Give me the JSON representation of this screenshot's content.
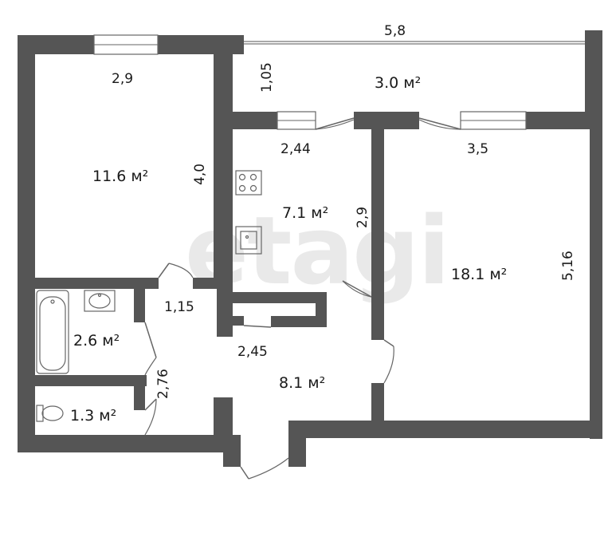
{
  "watermark": "etagi",
  "rooms": [
    {
      "id": "bedroom",
      "area_label": "11.6 м²"
    },
    {
      "id": "balcony",
      "area_label": "3.0 м²"
    },
    {
      "id": "kitchen",
      "area_label": "7.1 м²"
    },
    {
      "id": "living",
      "area_label": "18.1 м²"
    },
    {
      "id": "bathroom",
      "area_label": "2.6 м²"
    },
    {
      "id": "toilet",
      "area_label": "1.3 м²"
    },
    {
      "id": "hall",
      "area_label": "8.1 м²"
    }
  ],
  "dimensions": {
    "bedroom_width": "2,9",
    "bedroom_depth": "4,0",
    "balcony_length": "5,8",
    "balcony_depth": "1,05",
    "kitchen_width": "2,44",
    "kitchen_depth": "2,9",
    "living_width": "3,5",
    "living_depth": "5,16",
    "corridor_small": "1,15",
    "corridor_long": "2,76",
    "hall_width": "2,45"
  },
  "colors": {
    "wall": "#555555",
    "background": "#ffffff",
    "watermark": "#e2e2e2"
  }
}
